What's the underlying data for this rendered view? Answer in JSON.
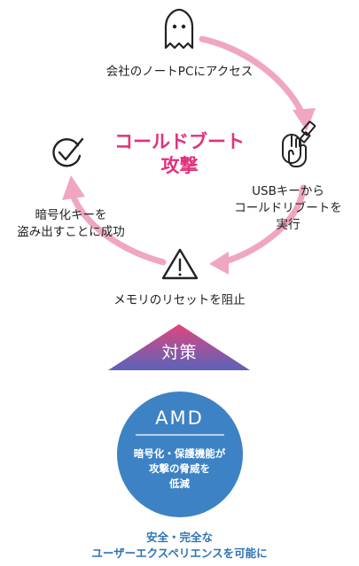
{
  "steps": {
    "access": "会社のノートPCにアクセス",
    "usb_line1": "USBキーから",
    "usb_line2": "コールドリブートを",
    "usb_line3": "実行",
    "block_reset": "メモリのリセットを阻止",
    "steal_line1": "暗号化キーを",
    "steal_line2": "盗み出すことに成功"
  },
  "center_title": {
    "line1": "コールドブート",
    "line2": "攻撃"
  },
  "countermeasure_label": "対策",
  "amd": {
    "title": "AMD",
    "desc_line1": "暗号化・保護機能が",
    "desc_line2": "攻撃の脅威を",
    "desc_line3": "低減"
  },
  "footer": {
    "line1": "安全・完全な",
    "line2": "ユーザーエクスペリエンスを可能に"
  },
  "colors": {
    "accent_pink": "#e2317c",
    "arrow_pink": "#f0a6c2",
    "amd_blue": "#3d82c4",
    "footer_blue": "#2e74b5",
    "triangle_top": "#e0457f",
    "triangle_bottom": "#5a63b8"
  },
  "icons": [
    "ghost-icon",
    "mouse-usb-icon",
    "warning-icon",
    "check-icon"
  ]
}
